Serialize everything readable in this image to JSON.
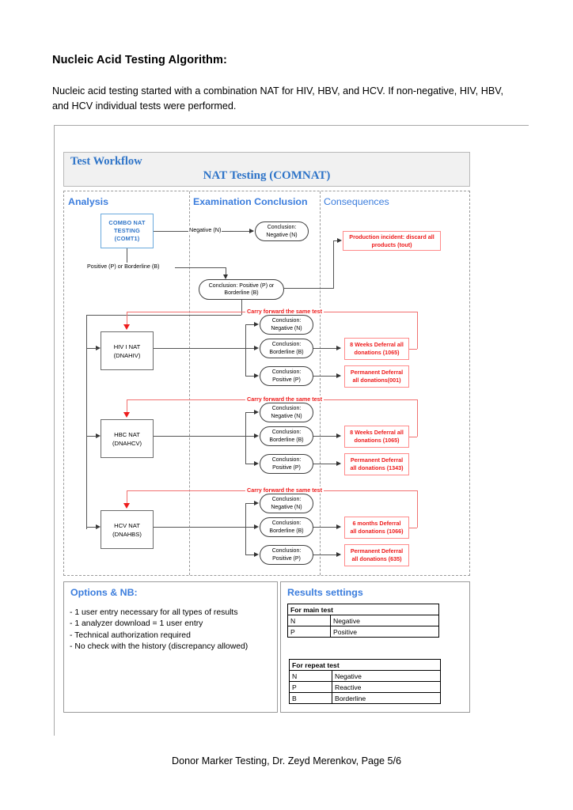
{
  "document": {
    "title": "Nucleic Acid Testing Algorithm:",
    "intro": "Nucleic acid testing started with a combination NAT for HIV, HBV, and HCV.  If non-negative, HIV, HBV, and HCV individual tests were performed.",
    "footer": "Donor Marker Testing, Dr. Zeyd Merenkov, Page 5/6"
  },
  "colors": {
    "heading_blue": "#3b7ddd",
    "serif_blue": "#2e74c8",
    "alert_red": "#ee1c1c",
    "alert_red_border": "#ff8a8a",
    "band_fill": "#f1f1f1",
    "line_gray": "#555555"
  },
  "workflow": {
    "band_left_label": "Test Workflow",
    "band_center_label": "NAT Testing (COMNAT)",
    "lanes": [
      {
        "id": "analysis",
        "label": "Analysis"
      },
      {
        "id": "examination-conclusion",
        "label": "Examination Conclusion"
      },
      {
        "id": "consequences",
        "label": "Consequences"
      }
    ],
    "nodes": {
      "combo_nat": "COMBO NAT TESTING (COMT1)",
      "combo_nat_l1": "COMBO NAT",
      "combo_nat_l2": "TESTING",
      "combo_nat_l3": "(COMT1)",
      "concl_negative_top_l1": "Conclusion:",
      "concl_negative_top_l2": "Negative (N)",
      "concl_pos_or_border_l1": "Conclusion: Positive (P) or",
      "concl_pos_or_border_l2": "Borderline (B)",
      "production_incident_l1": "Production incident: discard all",
      "production_incident_l2": "products (tout)",
      "hiv_box_l1": "HIV I NAT",
      "hiv_box_l2": "(DNAHIV)",
      "hbc_box_l1": "HBC NAT",
      "hbc_box_l2": "(DNAHCV)",
      "hcv_box_l1": "HCV NAT",
      "hcv_box_l2": "(DNAHBS)",
      "concl_l1": "Conclusion:",
      "concl_negative_l2": "Negative (N)",
      "concl_borderline_l2": "Borderline (B)",
      "concl_positive_l2": "Positive (P)",
      "hiv_borderline_conseq_l1": "8 Weeks Deferral all",
      "hiv_borderline_conseq_l2": "donations (1065)",
      "hiv_positive_conseq_l1": "Permanent Deferral",
      "hiv_positive_conseq_l2": "all donations(001)",
      "hbc_borderline_conseq_l1": "8 Weeks Deferral all",
      "hbc_borderline_conseq_l2": "donations (1065)",
      "hbc_positive_conseq_l1": "Permanent Deferral",
      "hbc_positive_conseq_l2": "all donations (1343)",
      "hcv_borderline_conseq_l1": "6 months Deferral",
      "hcv_borderline_conseq_l2": "all donations (1066)",
      "hcv_positive_conseq_l1": "Permanent Deferral",
      "hcv_positive_conseq_l2": "all donations (635)"
    },
    "edge_labels": {
      "negative_n": "Negative (N)",
      "positive_or_borderline": "Positive (P) or Borderline (B)",
      "carry_forward": "Carry forward the same test"
    }
  },
  "options_panel": {
    "title": "Options & NB:",
    "items": [
      "- 1 user entry necessary for all types of results",
      "- 1 analyzer download = 1 user entry",
      "- Technical authorization required",
      "- No check with the history (discrepancy allowed)"
    ]
  },
  "results_panel": {
    "title": "Results settings",
    "tables": [
      {
        "header": "For main test",
        "rows": [
          {
            "code": "N",
            "meaning": "Negative"
          },
          {
            "code": "P",
            "meaning": "Positive"
          }
        ]
      },
      {
        "header": "For repeat test",
        "rows": [
          {
            "code": "N",
            "meaning": "Negative"
          },
          {
            "code": "P",
            "meaning": "Reactive"
          },
          {
            "code": "B",
            "meaning": "Borderline"
          }
        ]
      }
    ]
  }
}
